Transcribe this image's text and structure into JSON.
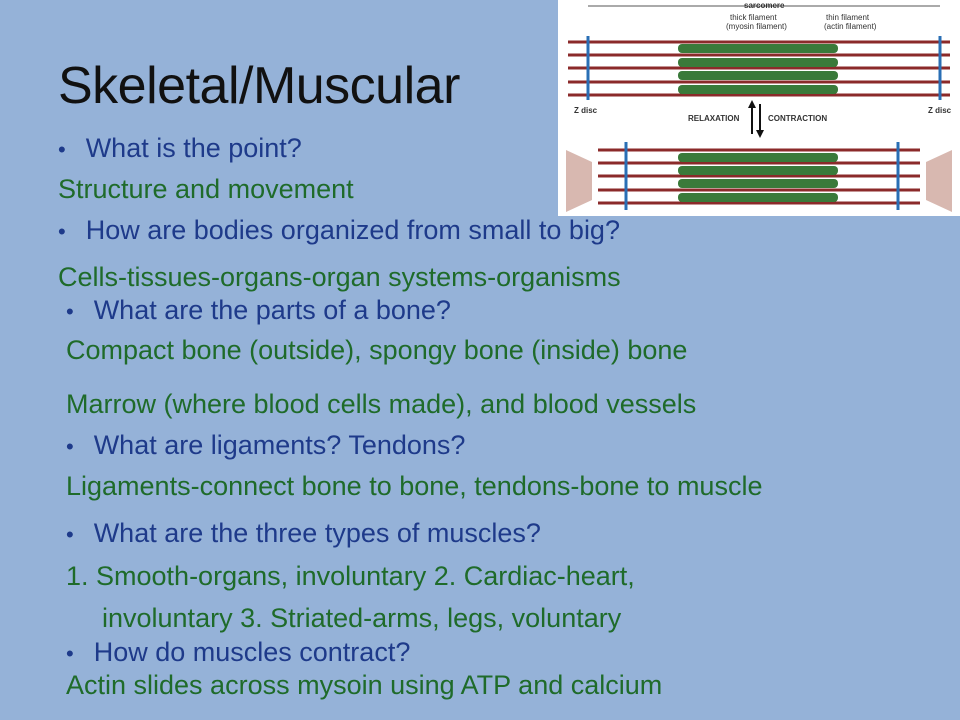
{
  "slide": {
    "title": "Skeletal/Muscular",
    "items": [
      {
        "kind": "q",
        "text": "What is the point?"
      },
      {
        "kind": "a",
        "text": "Structure and movement"
      },
      {
        "kind": "q",
        "text": "How are bodies organized from small to big?"
      },
      {
        "kind": "a",
        "text": "Cells-tissues-organs-organ systems-organisms"
      },
      {
        "kind": "q",
        "text": "What are the parts of a bone?"
      },
      {
        "kind": "a",
        "text": "Compact bone (outside), spongy bone (inside) bone"
      },
      {
        "kind": "a",
        "text": "Marrow (where blood cells made), and blood vessels"
      },
      {
        "kind": "q",
        "text": "What are ligaments? Tendons?"
      },
      {
        "kind": "a",
        "text": "Ligaments-connect bone to bone, tendons-bone to muscle"
      },
      {
        "kind": "q",
        "text": "What are the three types of muscles?"
      },
      {
        "kind": "a",
        "text": "1. Smooth-organs, involuntary 2. Cardiac-heart,"
      },
      {
        "kind": "a",
        "text": "involuntary 3. Striated-arms, legs, voluntary"
      },
      {
        "kind": "q",
        "text": "How do muscles contract?"
      },
      {
        "kind": "a",
        "text": "Actin slides across mysoin using ATP and calcium"
      }
    ]
  },
  "figure": {
    "labels": {
      "sarcomere": "sarcomere",
      "thick_1": "thick filament",
      "thick_2": "(myosin filament)",
      "thin_1": "thin filament",
      "thin_2": "(actin filament)",
      "zdisc_left": "Z disc",
      "zdisc_right": "Z disc",
      "relaxation": "RELAXATION",
      "contraction": "CONTRACTION"
    },
    "colors": {
      "thin": "#8b2a2a",
      "thick": "#3a7a3a",
      "zdisc": "#2a6fb5",
      "arrow": "#d8b8b0"
    }
  }
}
